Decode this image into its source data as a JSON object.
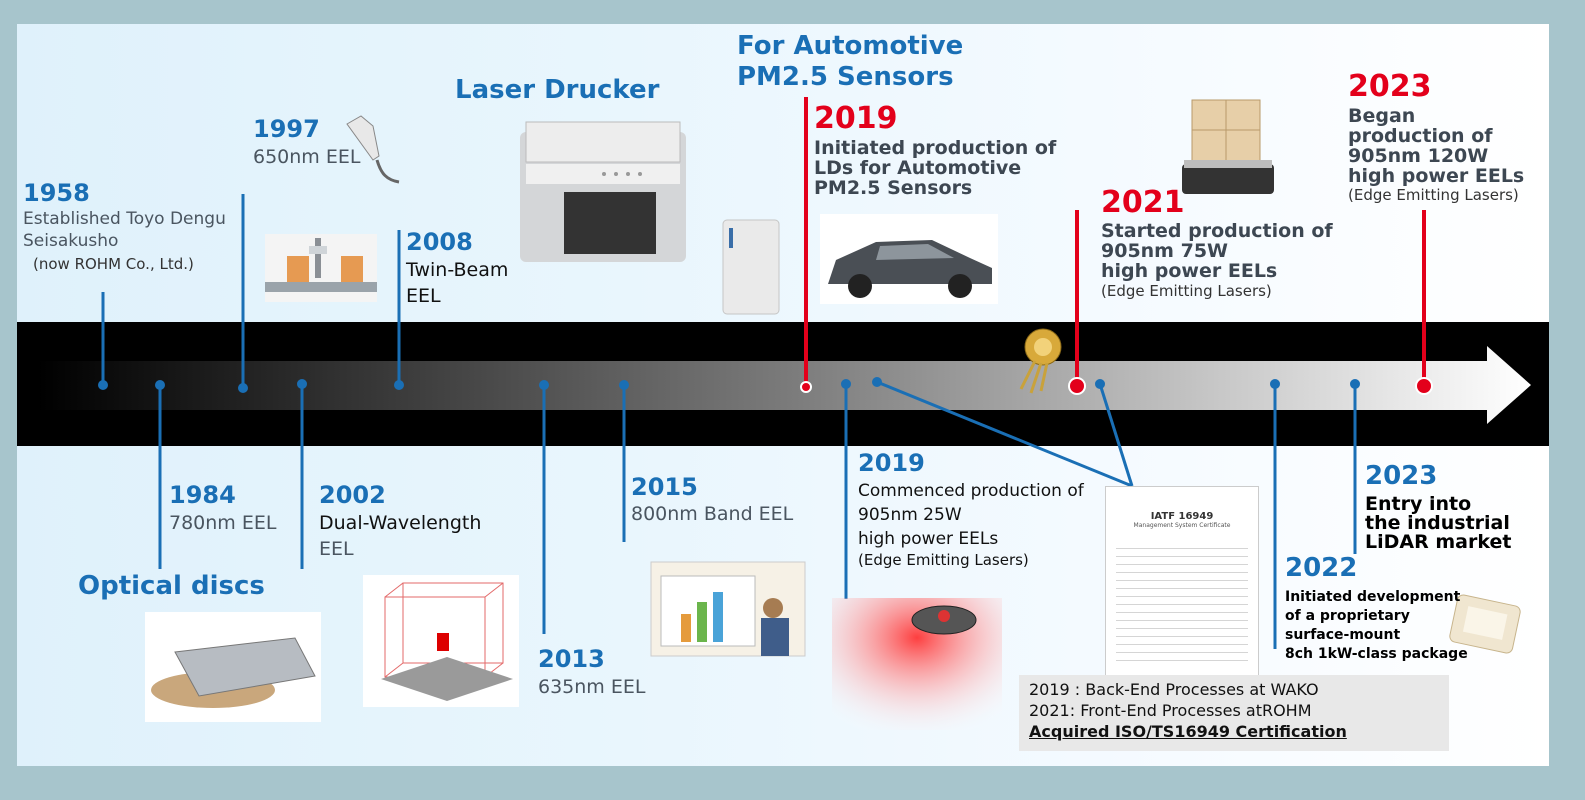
{
  "headers": {
    "laser": "Laser Drucker",
    "auto1": "For Automotive",
    "auto2": "PM2.5 Sensors",
    "optical": "Optical discs"
  },
  "e1958": {
    "year": "1958",
    "l1": "Established Toyo Dengu",
    "l2": "Seisakusho",
    "l3": "(now ROHM Co., Ltd.)"
  },
  "e1997": {
    "year": "1997",
    "l1": "650nm EEL"
  },
  "e2008": {
    "year": "2008",
    "l1": "Twin-Beam",
    "l2": "EEL"
  },
  "e1984": {
    "year": "1984",
    "l1": "780nm EEL"
  },
  "e2002": {
    "year": "2002",
    "l1": "Dual-Wavelength",
    "l2": "EEL"
  },
  "e2013": {
    "year": "2013",
    "l1": "635nm EEL"
  },
  "e2015": {
    "year": "2015",
    "l1": "800nm Band EEL"
  },
  "e2019r": {
    "year": "2019",
    "l1": "Initiated production of",
    "l2": "LDs for Automotive",
    "l3": "PM2.5 Sensors"
  },
  "e2019b": {
    "year": "2019",
    "l1": "Commenced production of",
    "l2": "905nm 25W",
    "l3": "high power EELs",
    "l4": "(Edge Emitting Lasers)"
  },
  "e2021": {
    "year": "2021",
    "l1": "Started production of",
    "l2": "905nm 75W",
    "l3": "high power EELs",
    "l4": "(Edge Emitting Lasers)"
  },
  "e2023r": {
    "year": "2023",
    "l1": "Began",
    "l2": "production of",
    "l3": "905nm 120W",
    "l4": "high power EELs",
    "l5": "(Edge Emitting Lasers)"
  },
  "e2023b": {
    "year": "2023",
    "l1": "Entry into",
    "l2": "the industrial",
    "l3": "LiDAR market"
  },
  "e2022": {
    "year": "2022",
    "l1": "Initiated development",
    "l2": "of a proprietary",
    "l3": "surface-mount",
    "l4": "8ch 1kW-class package"
  },
  "cert": {
    "l1": "2019 : Back-End Processes at WAKO",
    "l2": "2021: Front-End Processes atROHM",
    "l3": "Acquired ISO/TS16949 Certification",
    "doc_title": "IATF 16949",
    "doc_sub": "Management System Certificate"
  },
  "colors": {
    "blue": "#1a6fb5",
    "red": "#e3001b",
    "band": "#000000"
  }
}
